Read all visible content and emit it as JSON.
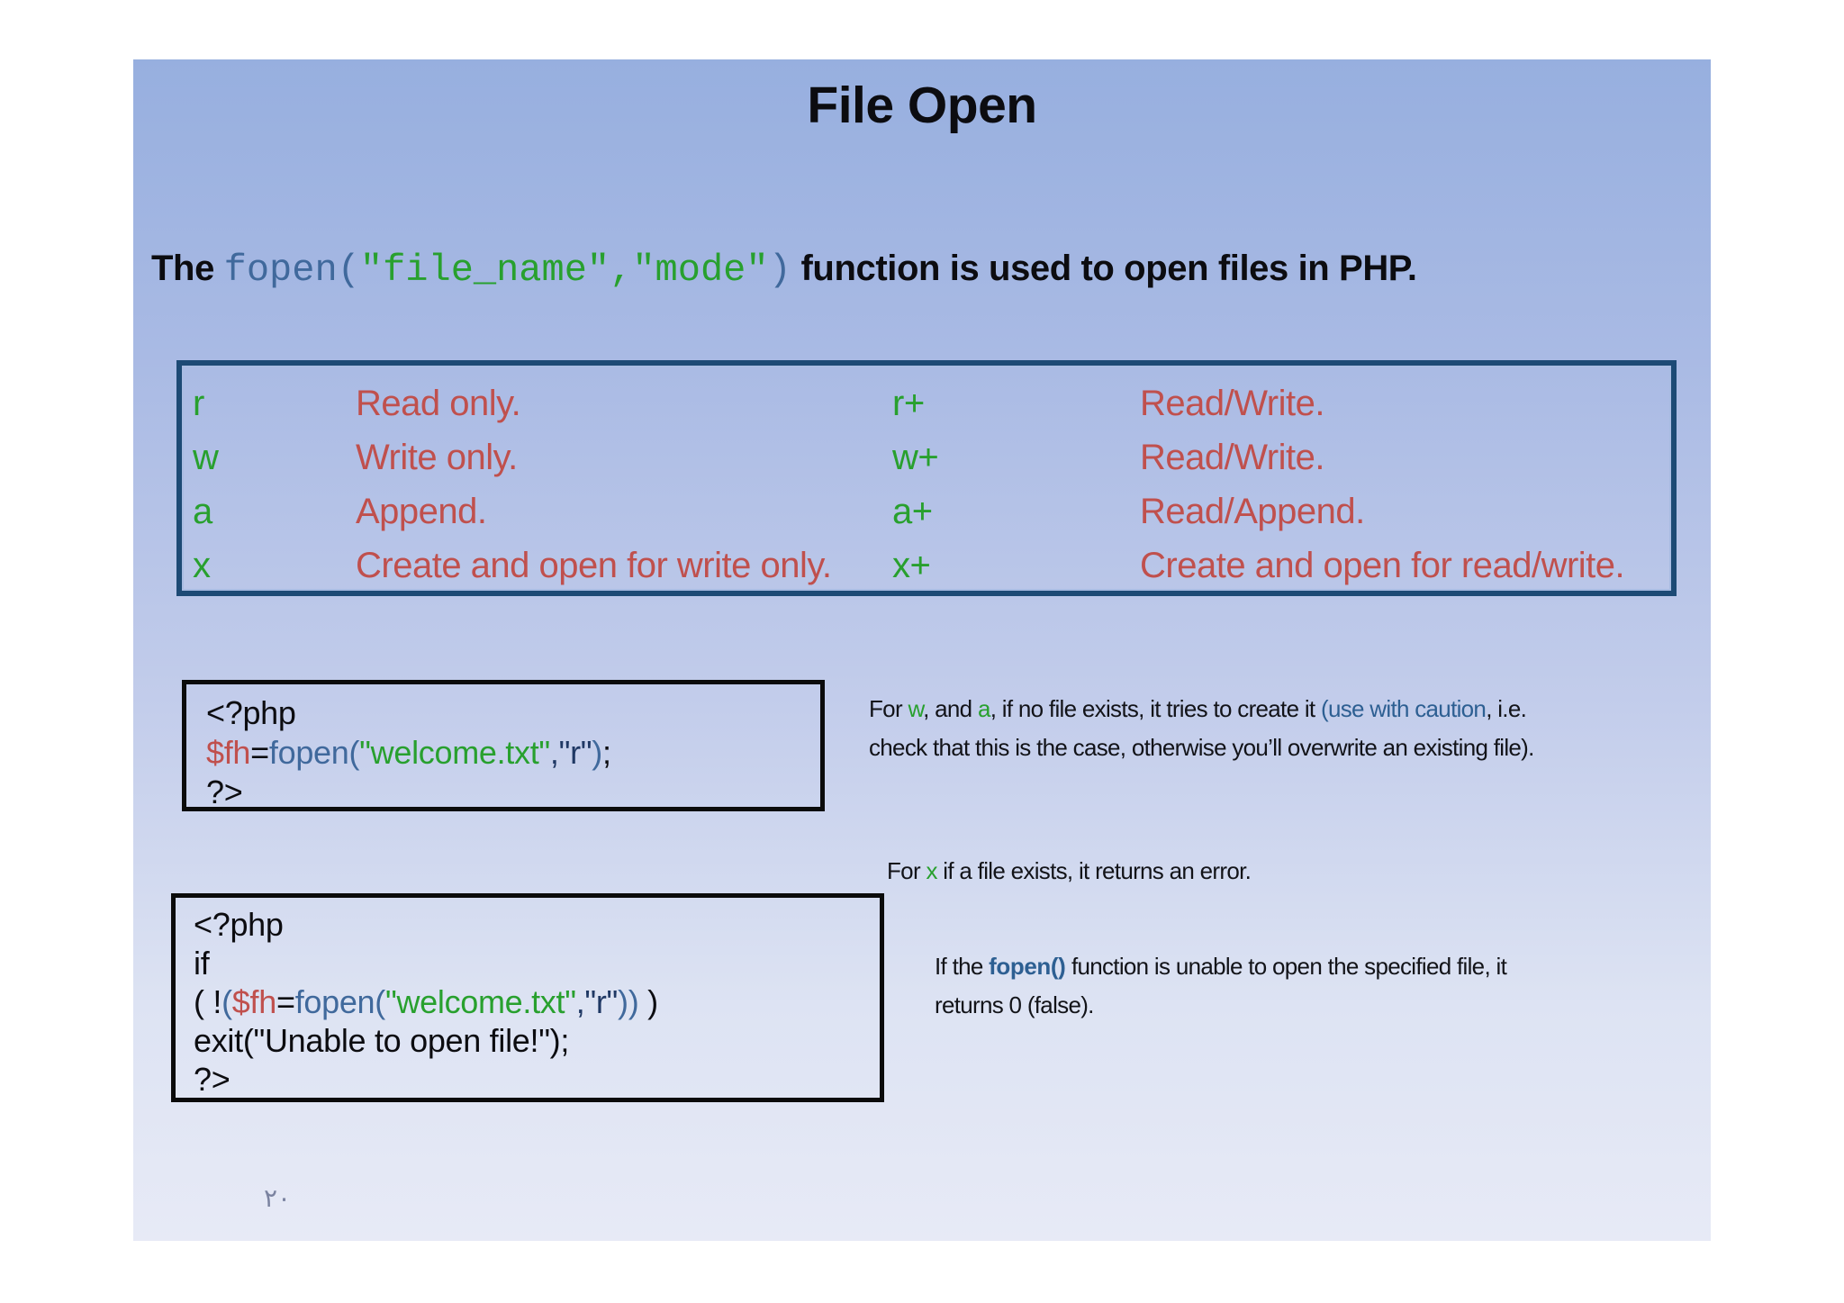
{
  "title": "File Open",
  "page_number": "٢٠",
  "colors": {
    "slide_top": "#97afdf",
    "slide_bottom": "#e7eaf6",
    "table_border": "#1d4a75",
    "code_border": "#0b0b0b",
    "mode_green": "#28a02e",
    "description_red": "#c0504d",
    "keyword_steel_blue": "#40699c",
    "string_dark_navy": "#1f3864",
    "emphasis_blue": "#2d5f92",
    "text_black": "#0c0c10"
  },
  "intro": {
    "prefix": "The ",
    "code": {
      "fn_open": "fopen(",
      "arg1": "\"file_name\"",
      "comma": ",",
      "arg2": "\"mode\"",
      "close": ")"
    },
    "suffix": " function is used to open files in PHP."
  },
  "modes_table": {
    "rows": [
      {
        "mode": "r",
        "desc": "Read only.",
        "mode_plus": "r+",
        "desc_plus": "Read/Write."
      },
      {
        "mode": "w",
        "desc": "Write only.",
        "mode_plus": "w+",
        "desc_plus": "Read/Write."
      },
      {
        "mode": "a",
        "desc": "Append.",
        "mode_plus": "a+",
        "desc_plus": "Read/Append."
      },
      {
        "mode": "x",
        "desc": "Create and open for write only.",
        "mode_plus": "x+",
        "desc_plus": "Create and open for read/write."
      }
    ]
  },
  "code1": {
    "open_tag": "<?php",
    "line2": {
      "var": "$fh",
      "eq": "=",
      "fn": "fopen(",
      "str": "\"welcome.txt\"",
      "mode": ",\"r\"",
      "close": ")",
      "semi": ";"
    },
    "close_tag": "?>"
  },
  "code2": {
    "open_tag": "<?php",
    "line2": "if",
    "line3": {
      "pre": "( !",
      "paren": "(",
      "var": "$fh",
      "eq": "=",
      "fn": "fopen(",
      "str": "\"welcome.txt\"",
      "mode": ",\"r\"",
      "parens": "))",
      "post": " )"
    },
    "line4": "exit(\"Unable to open file!\");",
    "close_tag": "?>"
  },
  "notes": {
    "wa": {
      "l1": {
        "s1": "For ",
        "s2": "w",
        "s3": ", and ",
        "s4": "a",
        "s5": ", if no file exists, it tries to create it ",
        "s6": "(use with caution",
        "s7": ", i.e."
      },
      "l2": "check that this is the case, otherwise you’ll overwrite an existing file)."
    },
    "x": {
      "s1": "For ",
      "s2": "x",
      "s3": " if a file exists, it returns an error."
    },
    "fail": {
      "l1": {
        "s1": "If the ",
        "s2": "fopen()",
        "s3": " function is unable to open the specified file, it"
      },
      "l2": "returns 0 (false)."
    }
  }
}
